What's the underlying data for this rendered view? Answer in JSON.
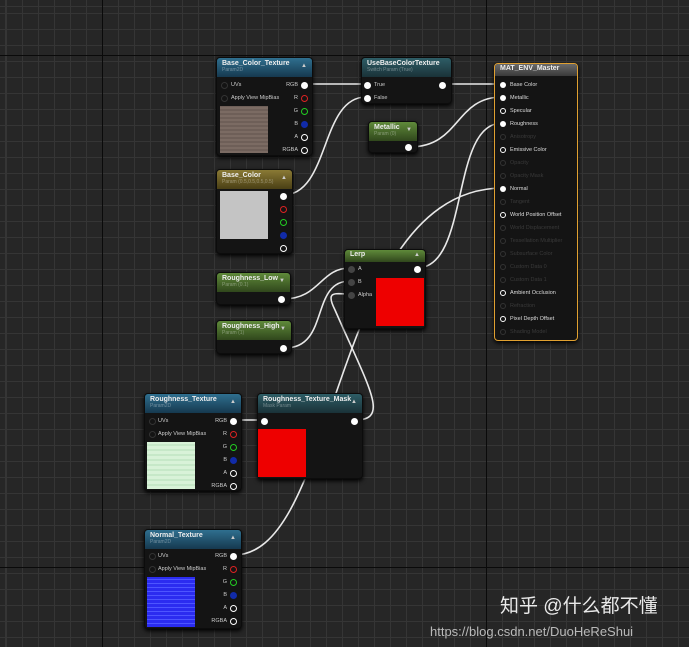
{
  "nodes": {
    "base_color_texture": {
      "title": "Base_Color_Texture",
      "subtitle": "Param2D",
      "inputs": [
        "UVs",
        "Apply View MipBias"
      ],
      "outputs": [
        "RGB",
        "R",
        "G",
        "B",
        "A",
        "RGBA"
      ]
    },
    "use_base_color_texture": {
      "title": "UseBaseColorTexture",
      "subtitle": "Switch Param (True)",
      "inputs": [
        "True",
        "False"
      ]
    },
    "metallic": {
      "title": "Metallic",
      "subtitle": "Param (0)"
    },
    "base_color": {
      "title": "Base_Color",
      "subtitle": "Param (0.5,0.5,0.5,0.5)"
    },
    "lerp": {
      "title": "Lerp",
      "inputs": [
        "A",
        "B",
        "Alpha"
      ]
    },
    "roughness_low": {
      "title": "Roughness_Low",
      "subtitle": "Param (0.1)"
    },
    "roughness_high": {
      "title": "Roughness_High",
      "subtitle": "Param (1)"
    },
    "roughness_texture": {
      "title": "Roughness_Texture",
      "subtitle": "Param2D",
      "inputs": [
        "UVs",
        "Apply View MipBias"
      ],
      "outputs": [
        "RGB",
        "R",
        "G",
        "B",
        "A",
        "RGBA"
      ]
    },
    "roughness_texture_mask": {
      "title": "Roughness_Texture_Mask",
      "subtitle": "Mask Param"
    },
    "normal_texture": {
      "title": "Normal_Texture",
      "subtitle": "Param2D",
      "inputs": [
        "UVs",
        "Apply View MipBias"
      ],
      "outputs": [
        "RGB",
        "R",
        "G",
        "B",
        "A",
        "RGBA"
      ]
    },
    "master": {
      "title": "MAT_ENV_Master",
      "pins": [
        {
          "label": "Base Color",
          "state": "connected"
        },
        {
          "label": "Metallic",
          "state": "connected"
        },
        {
          "label": "Specular",
          "state": "enabled"
        },
        {
          "label": "Roughness",
          "state": "connected"
        },
        {
          "label": "Anisotropy",
          "state": "disabled"
        },
        {
          "label": "Emissive Color",
          "state": "enabled"
        },
        {
          "label": "Opacity",
          "state": "disabled"
        },
        {
          "label": "Opacity Mask",
          "state": "disabled"
        },
        {
          "label": "Normal",
          "state": "connected"
        },
        {
          "label": "Tangent",
          "state": "disabled"
        },
        {
          "label": "World Position Offset",
          "state": "enabled"
        },
        {
          "label": "World Displacement",
          "state": "disabled"
        },
        {
          "label": "Tessellation Multiplier",
          "state": "disabled"
        },
        {
          "label": "Subsurface Color",
          "state": "disabled"
        },
        {
          "label": "Custom Data 0",
          "state": "disabled"
        },
        {
          "label": "Custom Data 1",
          "state": "disabled"
        },
        {
          "label": "Ambient Occlusion",
          "state": "enabled"
        },
        {
          "label": "Refraction",
          "state": "disabled"
        },
        {
          "label": "Pixel Depth Offset",
          "state": "enabled"
        },
        {
          "label": "Shading Model",
          "state": "disabled"
        }
      ]
    }
  },
  "colors": {
    "accent_selected": "#e0a030",
    "lerp_preview": "#ee0000",
    "mask_preview": "#ee0000",
    "base_color_preview": "#c4c4c4",
    "wire": "#e8e8e8"
  },
  "watermark": {
    "line1": "知乎 @什么都不懂",
    "line2": "https://blog.csdn.net/DuoHeReShui"
  }
}
